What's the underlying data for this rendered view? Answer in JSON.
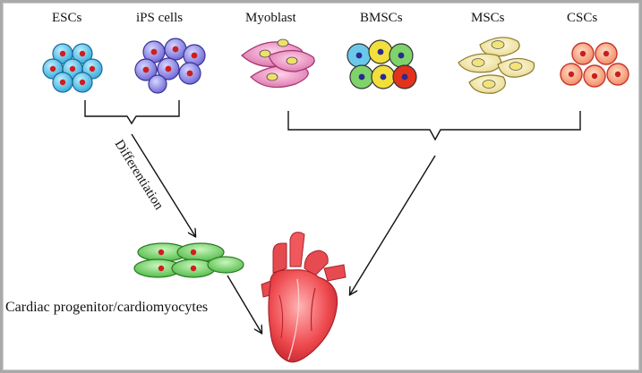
{
  "labels": {
    "escs": "ESCs",
    "ips": "iPS cells",
    "myoblast": "Myoblast",
    "bmscs": "BMSCs",
    "mscs": "MSCs",
    "cscs": "CSCs",
    "differentiation": "Differentiation",
    "cardiac": "Cardiac progenitor/cardiomyocytes"
  },
  "icons": [
    "cell-cluster-icon",
    "heart-icon",
    "arrow-icon"
  ],
  "colors": {
    "escs_fill": "#3fb8e6",
    "ips_fill": "#7f7fe0",
    "myoblast_fill": "#e27fb8",
    "bmscs_fill_a": "#f2df3c",
    "bmscs_fill_b": "#7fd36b",
    "mscs_fill": "#efe39b",
    "cscs_fill": "#f49b6f",
    "cardio_fill": "#6fd35f",
    "nucleus_red": "#d01d1d",
    "heart": "#e3323d"
  }
}
